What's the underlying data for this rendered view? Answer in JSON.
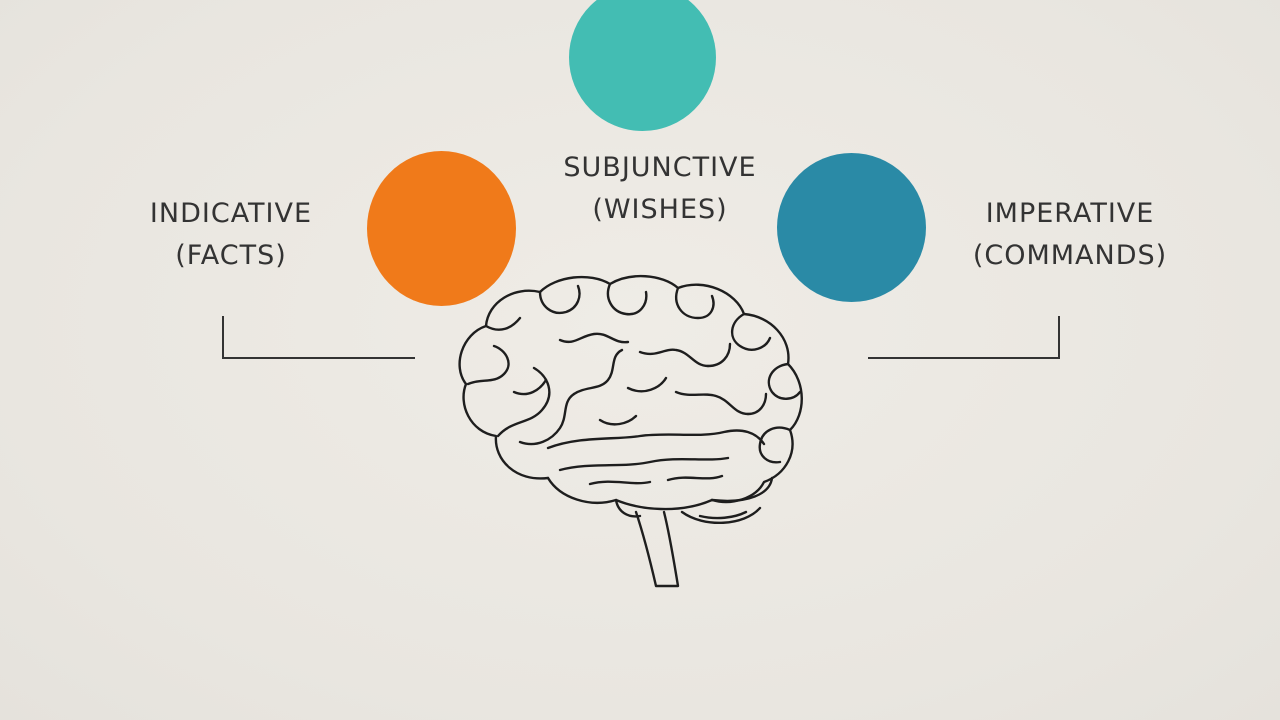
{
  "colors": {
    "background": "#ebe8e2",
    "indicative": "#f07a1a",
    "subjunctive": "#43bdb3",
    "imperative": "#2a8aa6",
    "line": "#333333"
  },
  "moods": {
    "indicative": {
      "name": "INDICATIVE",
      "meaning": "(FACTS)"
    },
    "subjunctive": {
      "name": "SUBJUNCTIVE",
      "meaning": "(WISHES)"
    },
    "imperative": {
      "name": "IMPERATIVE",
      "meaning": "(COMMANDS)"
    }
  },
  "icons": {
    "center": "brain-icon"
  }
}
